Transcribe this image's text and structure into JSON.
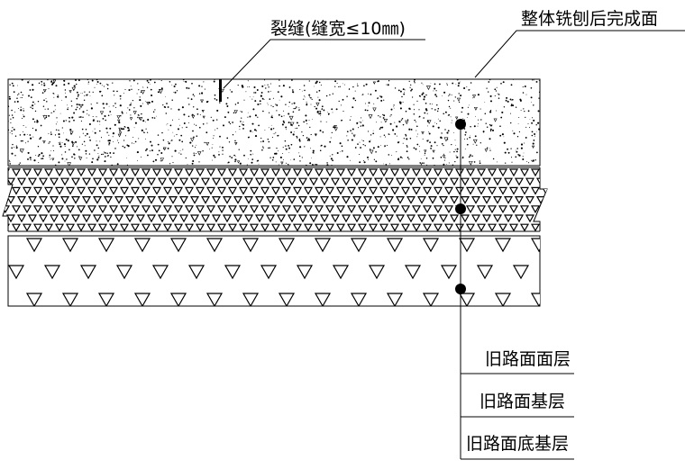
{
  "annotations": {
    "crack": "裂缝(缝宽≤10㎜)",
    "finished_surface": "整体铣刨后完成面"
  },
  "layers": [
    {
      "label": "旧路面面层",
      "pattern": "dense-stipple"
    },
    {
      "label": "旧路面基层",
      "pattern": "small-triangles"
    },
    {
      "label": "旧路面底基层",
      "pattern": "large-triangles"
    }
  ],
  "colors": {
    "line": "#000000",
    "background": "#ffffff"
  }
}
